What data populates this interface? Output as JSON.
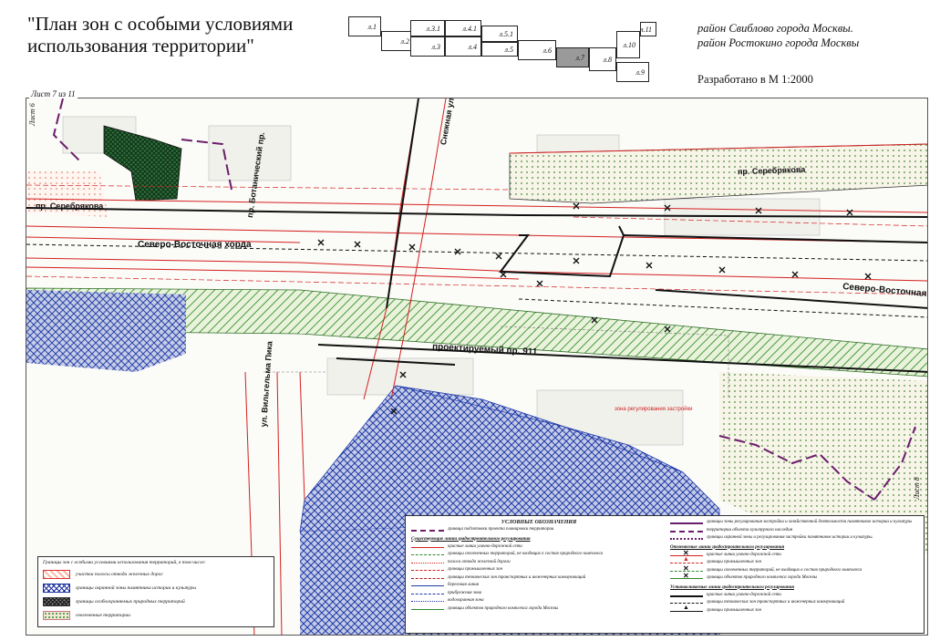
{
  "header": {
    "title": "\"План зон с особыми условиями использования территории\"",
    "district_line_1": "район Свиблово города Москвы.",
    "district_line_2": "район Ростокино города Москвы",
    "scale_note": "Разработано в М 1:2000"
  },
  "sheet_index": {
    "cells": [
      {
        "label": "л.1",
        "active": false
      },
      {
        "label": "л.2",
        "active": false
      },
      {
        "label": "л.3.1",
        "active": false
      },
      {
        "label": "л.3",
        "active": false
      },
      {
        "label": "л.4.1",
        "active": false
      },
      {
        "label": "л.4",
        "active": false
      },
      {
        "label": "л.5.1",
        "active": false
      },
      {
        "label": "л.5",
        "active": false
      },
      {
        "label": "л.6",
        "active": false
      },
      {
        "label": "л.7",
        "active": true
      },
      {
        "label": "л.8",
        "active": false
      },
      {
        "label": "л.10",
        "active": false
      },
      {
        "label": "л.11",
        "active": false
      },
      {
        "label": "л.9",
        "active": false
      }
    ]
  },
  "map": {
    "sheet_label": "Лист 7 из 11",
    "streets": {
      "serebryakova_left": "пр. Серебрякова",
      "serebryakova_right": "пр. Серебрякова",
      "ne_chord_left": "Северо-Восточная хорда",
      "ne_chord_right": "Северо-Восточная",
      "snezhnaya": "Снежная ул.",
      "botanicheskiy": "пр. Ботанический пр.",
      "projected_911": "проектируемый пр. 911",
      "vilgelma_pika": "ул. Вильгельма Пика",
      "sheet6": "Лист 6",
      "sheet8": "Лист 8",
      "regulation_zone": "зона регулирования застройки"
    },
    "colors": {
      "red_line": "#d42020",
      "black_line": "#111111",
      "green_hatch": "#5aa84a",
      "blue_hatch": "#1f3aa8",
      "purple_dash": "#6a1d6a",
      "natural": "#1d5a2a"
    }
  },
  "legend_left": {
    "heading": "Границы зон с особыми условиями использования территорий, в том числе:",
    "items": [
      {
        "label": "участки полосы отвода железных дорог",
        "swatch": "rail"
      },
      {
        "label": "границы охранной зоны памятника истории и культуры",
        "swatch": "heritage"
      },
      {
        "label": "границы особоохраняемых природных территорий",
        "swatch": "natural"
      },
      {
        "label": "озелененные территории",
        "swatch": "green"
      }
    ]
  },
  "legend_main": {
    "title": "УСЛОВНЫЕ ОБОЗНАЧЕНИЯ",
    "left_items": [
      {
        "label": "граница подготовки проекта планировки территории",
        "type": "purple-dash"
      },
      {
        "heading": "Существующие линии градостроительного регулирования"
      },
      {
        "label": "красные линии улично-дорожной сети",
        "type": "red"
      },
      {
        "label": "границы озелененных территорий, не входящих в состав природного комплекса",
        "type": "green-dash"
      },
      {
        "label": "полоса отвода железной дороги",
        "type": "red-dot"
      },
      {
        "label": "границы промышленных зон",
        "type": "red-dash"
      },
      {
        "label": "границы технических зон транспортных и инженерных коммуникаций",
        "type": "red-long"
      },
      {
        "label": "береговая линия",
        "type": "blue"
      },
      {
        "label": "прибрежная зона",
        "type": "blue-dash"
      },
      {
        "label": "водоохранная зона",
        "type": "blue-dot"
      },
      {
        "label": "границы объектов природного комплекса города Москвы",
        "type": "green"
      }
    ],
    "right_items": [
      {
        "label": "границы зоны регулирования застройки и хозяйственной деятельности памятников истории и культуры",
        "type": "purple"
      },
      {
        "label": "территории объекта культурного наследия",
        "type": "purple-dash"
      },
      {
        "label": "границы охранной зоны и регулирования застройки памятников истории и культуры.",
        "type": "purple-dot"
      },
      {
        "heading": "Отменяемые линии градостроительного регулирования"
      },
      {
        "label": "красные линии улично-дорожной сети",
        "type": "red-x"
      },
      {
        "label": "границы промышленных зон",
        "type": "red-tri"
      },
      {
        "label": "границы озелененных территорий, не входящих в состав природного комплекса",
        "type": "green-x"
      },
      {
        "label": "границы объектов природного комплекса города Москвы",
        "type": "green-x2"
      },
      {
        "heading": "Устанавливаемые линии градостроительного регулирования"
      },
      {
        "label": "красные линии улично-дорожной сети",
        "type": "black"
      },
      {
        "label": "границы технических зон транспортных и инженерных коммуникаций",
        "type": "black-dash"
      },
      {
        "label": "границы промышленных зон",
        "type": "black-tri"
      }
    ]
  }
}
